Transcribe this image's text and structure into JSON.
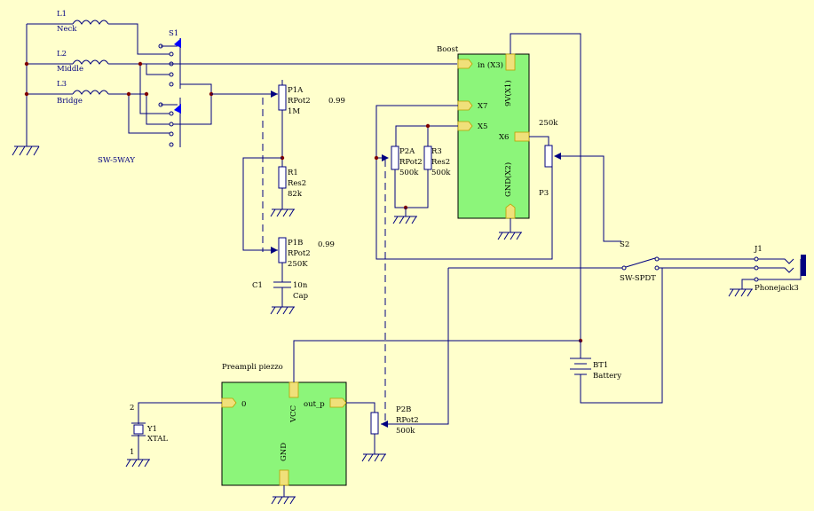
{
  "inductors": [
    {
      "ref": "L1",
      "name": "Neck"
    },
    {
      "ref": "L2",
      "name": "Middle"
    },
    {
      "ref": "L3",
      "name": "Bridge"
    }
  ],
  "switch5": {
    "ref": "S1",
    "type": "SW-5WAY"
  },
  "pots": {
    "p1a": {
      "ref": "P1A",
      "type": "RPot2",
      "value": "1M",
      "note": "0.99"
    },
    "p1b": {
      "ref": "P1B",
      "type": "RPot2",
      "value": "250K",
      "note": "0.99"
    },
    "p2a": {
      "ref": "P2A",
      "type": "RPot2",
      "value": "500k"
    },
    "p2b": {
      "ref": "P2B",
      "type": "RPot2",
      "value": "500k"
    },
    "p3": {
      "ref": "P3",
      "value": "250k"
    }
  },
  "resistors": {
    "r1": {
      "ref": "R1",
      "type": "Res2",
      "value": "82k"
    },
    "r3": {
      "ref": "R3",
      "type": "Res2",
      "value": "500k"
    }
  },
  "capacitor": {
    "ref": "C1",
    "value": "10n",
    "type": "Cap"
  },
  "boost": {
    "title": "Boost",
    "pins": {
      "in": "in (X3)",
      "v9": "9V(X1)",
      "x7": "X7",
      "x5": "X5",
      "x6": "X6",
      "gnd": "GND(X2)"
    }
  },
  "preamp": {
    "title": "Preampli piezzo",
    "pins": {
      "in": "0",
      "vcc": "VCC",
      "out": "out_p",
      "gnd": "GND"
    }
  },
  "switch2": {
    "ref": "S2",
    "type": "SW-SPDT"
  },
  "jack": {
    "ref": "J1",
    "type": "Phonejack3"
  },
  "battery": {
    "ref": "BT1",
    "type": "Battery"
  },
  "crystal": {
    "ref": "Y1",
    "type": "XTAL",
    "pin_top": "2",
    "pin_bottom": "1"
  }
}
